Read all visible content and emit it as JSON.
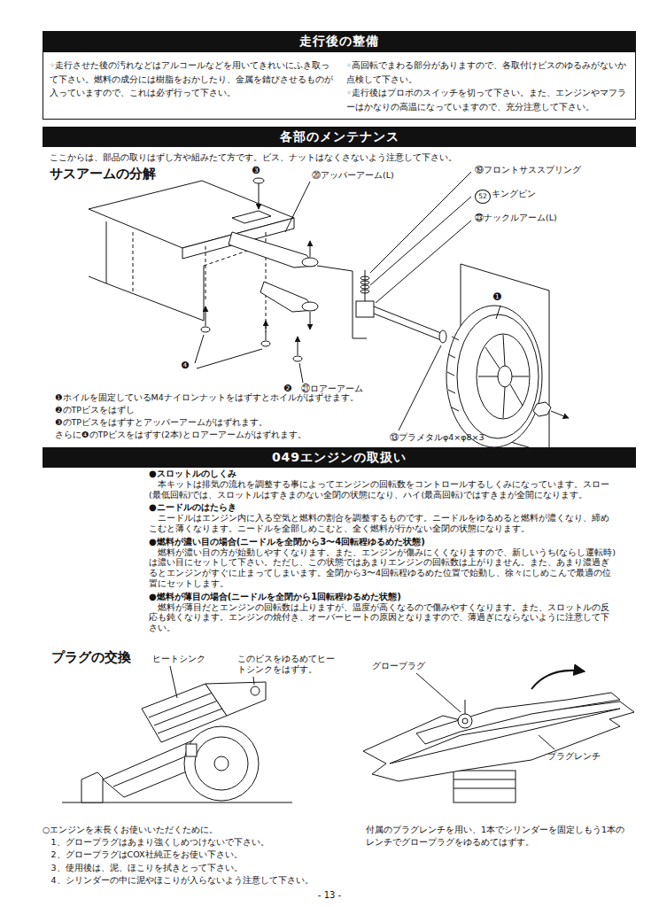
{
  "diagram": {
    "nodes": [
      {
        "text": [
          "走行後の整備"
        ]
      },
      {
        "text": [
          "各部のメンテナンス"
        ]
      },
      {
        "text": [
          "049エンジンの取扱い"
        ]
      }
    ],
    "labels": [
      "◦走行させた後の汚れなどはアルコールなどを用いてきれいにふき取って下さい。燃料の成分には樹脂をおかしたり、金属を錆びさせるものが入っていますので、これは必ず行って下さい。",
      "◦高回転でまわる部分がありますので、各取付けビスのゆるみがないか点検して下さい。",
      "◦走行後はプロポのスイッチを切って下さい。また、エンジンやマフラーはかなりの高温になっていますので、充分注意して下さい。",
      "ここからは、部品の取りはずし方や組みたて方です。ビス、ナットはなくさないよう注意して下さい。",
      "サスアームの分解",
      "❸",
      "⑳アッパーアーム(L)",
      "⑲フロントサススプリング",
      "52",
      "キングピン",
      "㉓ナックルアーム(L)",
      "❶",
      "❷",
      "㉑ロアーアーム",
      "❹",
      "⑬プラメタルφ4×φ8×3",
      "❶ホイルを固定しているM4ナイロンナットをはずすとホイルがはずせます。",
      "❷のTPビスをはずし",
      "❸のTPビスをはずすとアッパーアームがはずれます。",
      "さらに❹のTPビスをはずす(2本)とロアーアームがはずれます。",
      "●スロットルのしくみ",
      "本キットは排気の流れを調整する事によってエンジンの回転数をコントロールするしくみになっています。スロー(最低回転)では、スロットルはすきまのない全閉の状態になり、ハイ(最高回転)ではすきまが全開になります。",
      "●ニードルのはたらき",
      "ニードルはエンジン内に入る空気と燃料の割合を調整するものです。ニードルをゆるめると燃料が濃くなり、締めこむと薄くなります。ニードルを全部しめこむと、全く燃料が行かない全閉の状態になります。",
      "●燃料が濃い目の場合(ニードルを全閉から3〜4回転程ゆるめた状態)",
      "燃料が濃い目の方が始動しやすくなります。また、エンジンが傷みにくくなりますので、新しいうち(ならし運転時)は濃い目にセットして下さい。ただし、この状態ではあまりエンジンの回転数は上がりません。また、あまり濃過ぎるとエンジンがすぐに止まってしまいます。全閉から3〜4回転程ゆるめた位置で始動し、徐々にしめこんで最適の位置にセットします。",
      "●燃料が薄目の場合(ニードルを全閉から1回転程ゆるめた状態)",
      "燃料が薄目だとエンジンの回転数は上りますが、温度が高くなるので傷みやすくなります。また、スロットルの反応も鈍くなります。エンジンの焼付き、オーバーヒートの原因となりますので、薄過ぎにならないように注意して下さい。",
      "プラグの交換",
      "ヒートシンク",
      "このビスをゆるめてヒートシンクをはずす。",
      "グロープラグ",
      "プラグレンチ",
      "○エンジンを末長くお使いいただくために。",
      "1、グロープラグはあまり強くしめつけないで下さい。",
      "2、グロープラグはCOX社純正をお使い下さい。",
      "3、使用後は、泥、ほこりを拭きとって下さい。",
      "4、シリンダーの中に泥やほこりが入らないよう注意して下さい。",
      "付属のプラグレンチを用い、1本でシリンダーを固定しもう1本のレンチでグロープラグをゆるめてはずす。",
      "- 13 -"
    ]
  }
}
